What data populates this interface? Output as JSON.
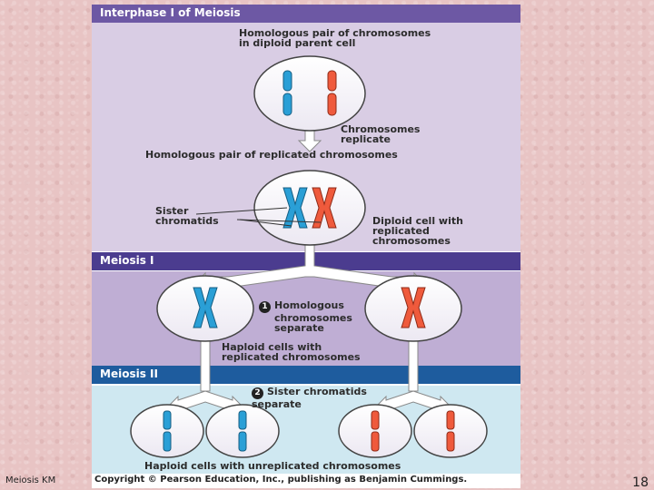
{
  "slide": {
    "footer_left": "Meiosis KM",
    "page_number": "18"
  },
  "sections": {
    "interphase": "Interphase I of Meiosis",
    "meiosis_1": "Meiosis I",
    "meiosis_2": "Meiosis II"
  },
  "labels": {
    "homologous_pair_1": "Homologous pair of chromosomes",
    "homologous_pair_2": "in diploid parent cell",
    "replicate_1": "Chromosomes",
    "replicate_2": "replicate",
    "replicated_pair": "Homologous pair of replicated chromosomes",
    "sister_1": "Sister",
    "sister_2": "chromatids",
    "diploid_1": "Diploid cell with",
    "diploid_2": "replicated",
    "diploid_3": "chromosomes",
    "step1_num": "1",
    "step1_1": "Homologous",
    "step1_2": "chromosomes",
    "step1_3": "separate",
    "haploid_rep_1": "Haploid cells with",
    "haploid_rep_2": "replicated chromosomes",
    "step2_num": "2",
    "step2_1": "Sister chromatids",
    "step2_2": "separate",
    "haploid_unrep": "Haploid cells with unreplicated chromosomes"
  },
  "copyright": "Copyright © Pearson Education, Inc., publishing as Benjamin Cummings.",
  "colors": {
    "blue_chromosome": "#2a9fd6",
    "red_chromosome": "#ef5a3c",
    "interphase_band": "#d9cde4",
    "meiosis1_band": "#bfaed4",
    "meiosis2_band": "#cfe8f1"
  }
}
